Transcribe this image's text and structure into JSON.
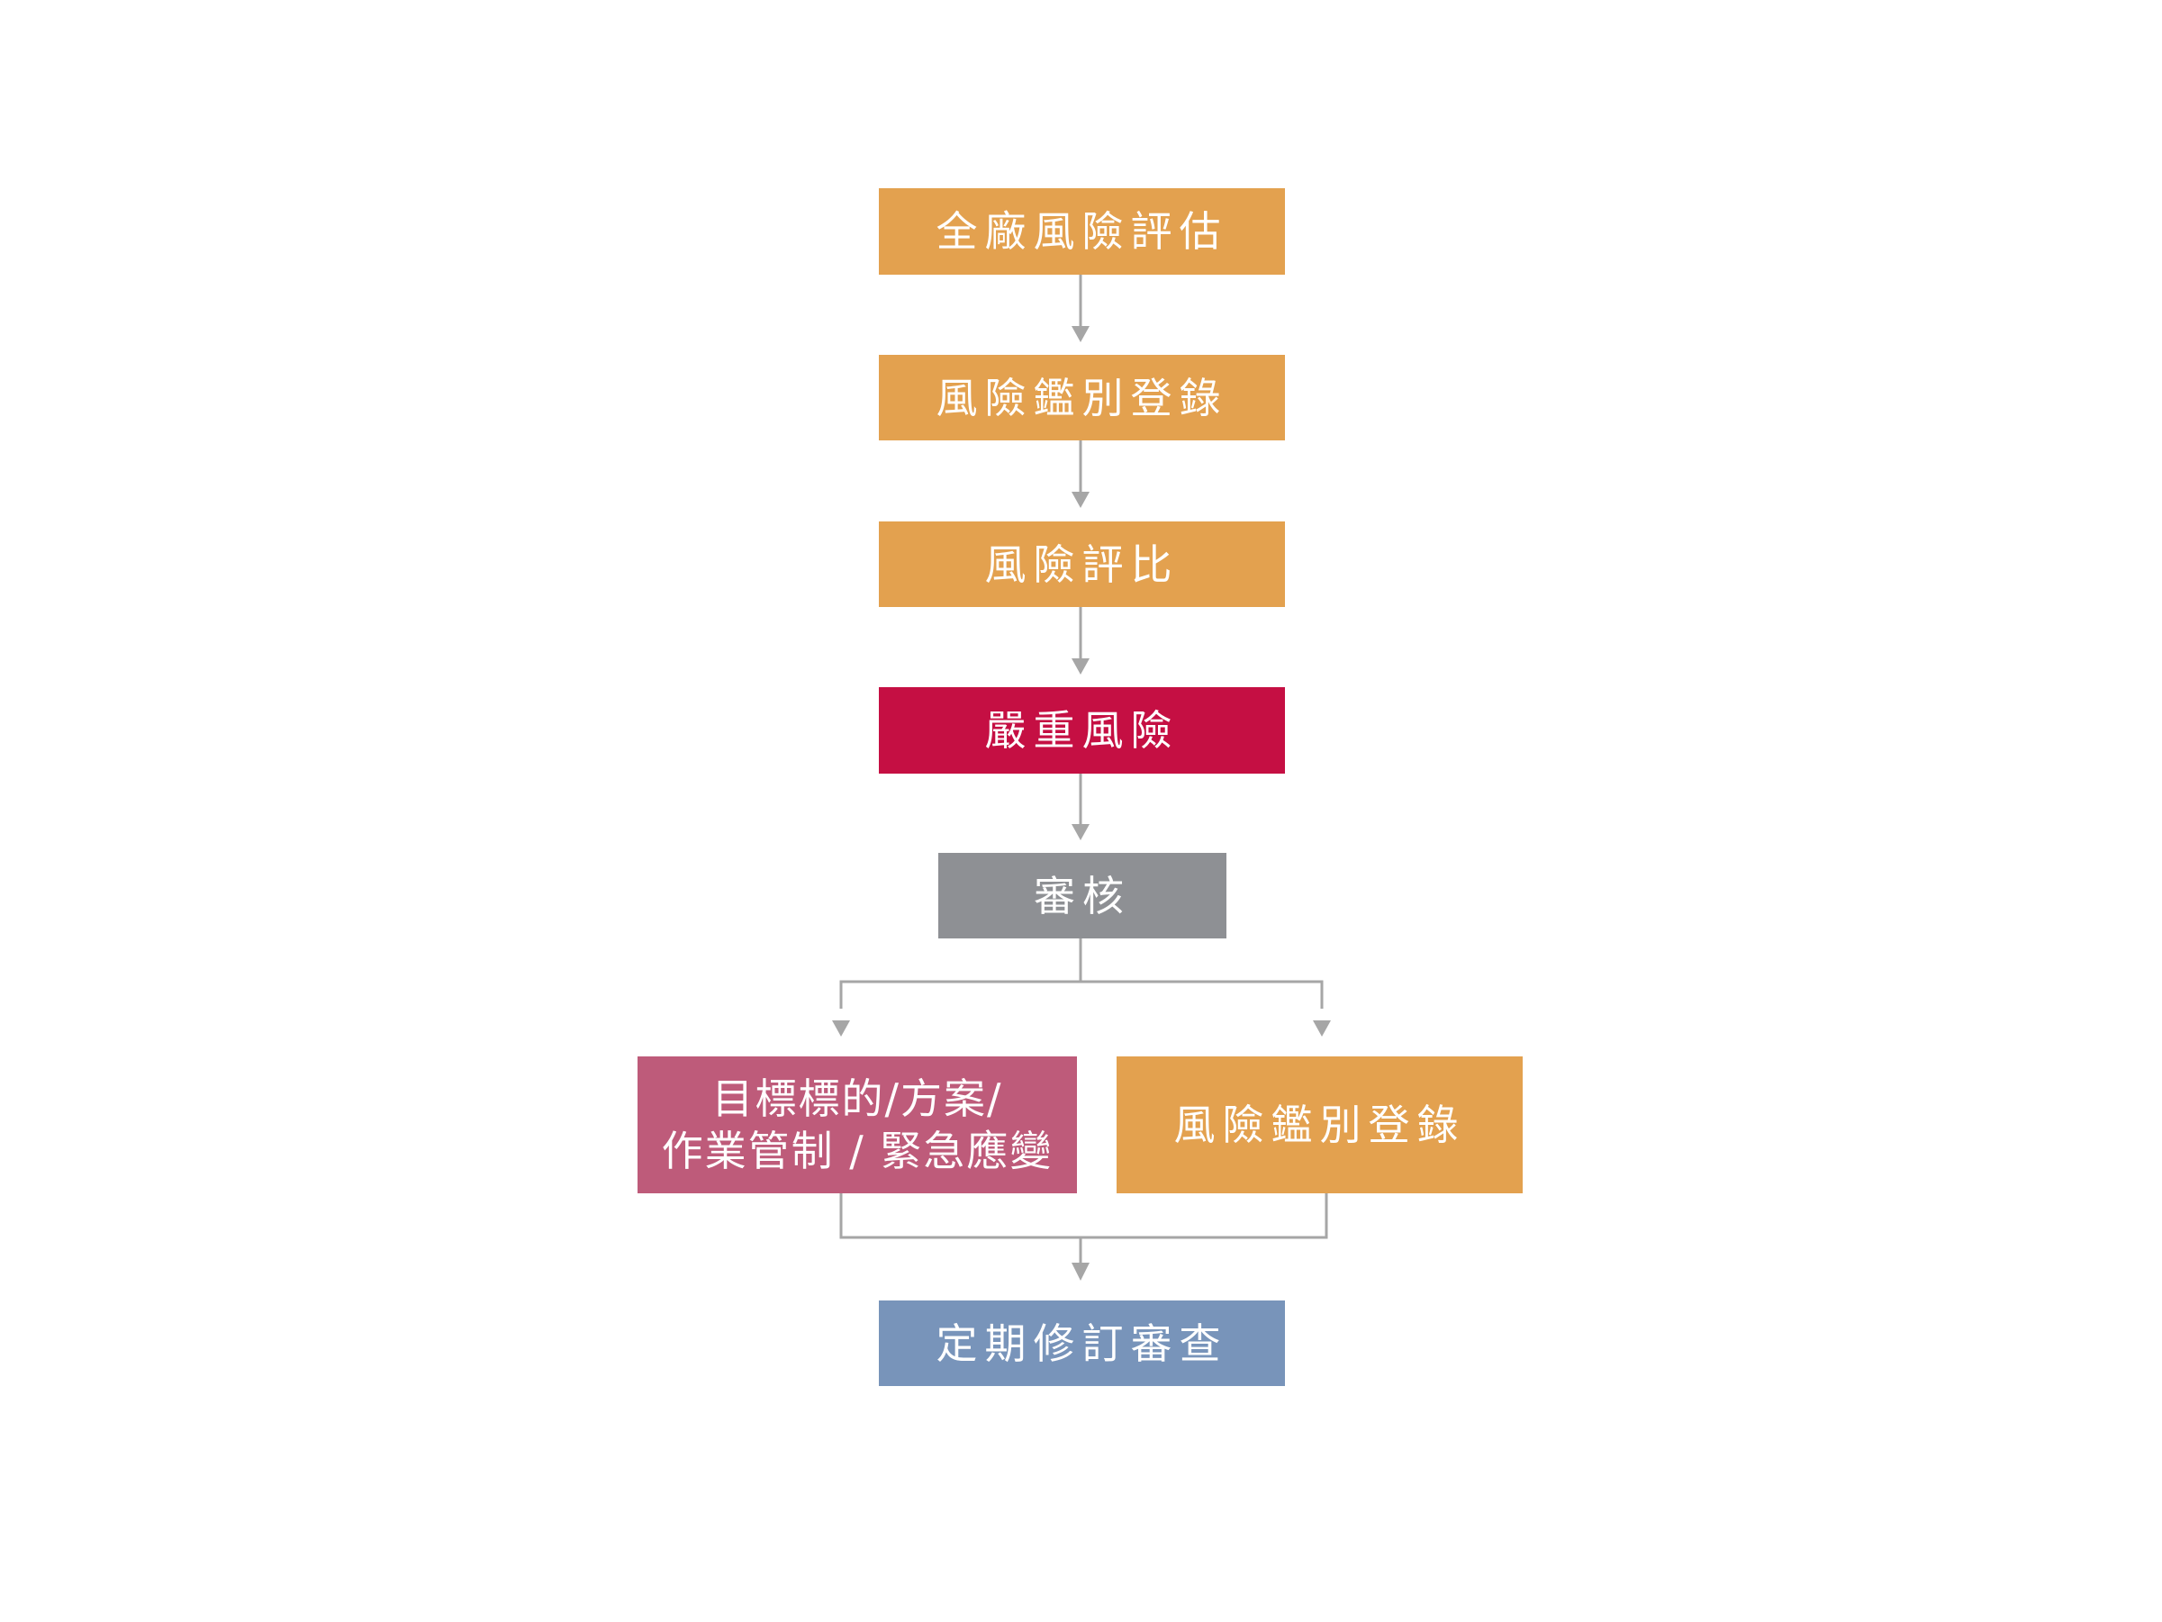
{
  "nodes": {
    "plant_risk_assessment": {
      "label": "全廠風險評估",
      "color": "#E3A14F"
    },
    "risk_identification_1": {
      "label": "風險鑑別登錄",
      "color": "#E3A14F"
    },
    "risk_rating": {
      "label": "風險評比",
      "color": "#E3A14F"
    },
    "significant_risk": {
      "label": "嚴重風險",
      "color": "#C50F43"
    },
    "review": {
      "label": "審核",
      "color": "#8E9094"
    },
    "controls": {
      "line1": "目標標的/方案/",
      "line2": "作業管制 / 緊急應變",
      "color": "#BE5B7A"
    },
    "risk_identification_2": {
      "label": "風險鑑別登錄",
      "color": "#E3A14F"
    },
    "periodic_review": {
      "label": "定期修訂審查",
      "color": "#7894BA"
    }
  },
  "connector_color": "#A6A6A6"
}
